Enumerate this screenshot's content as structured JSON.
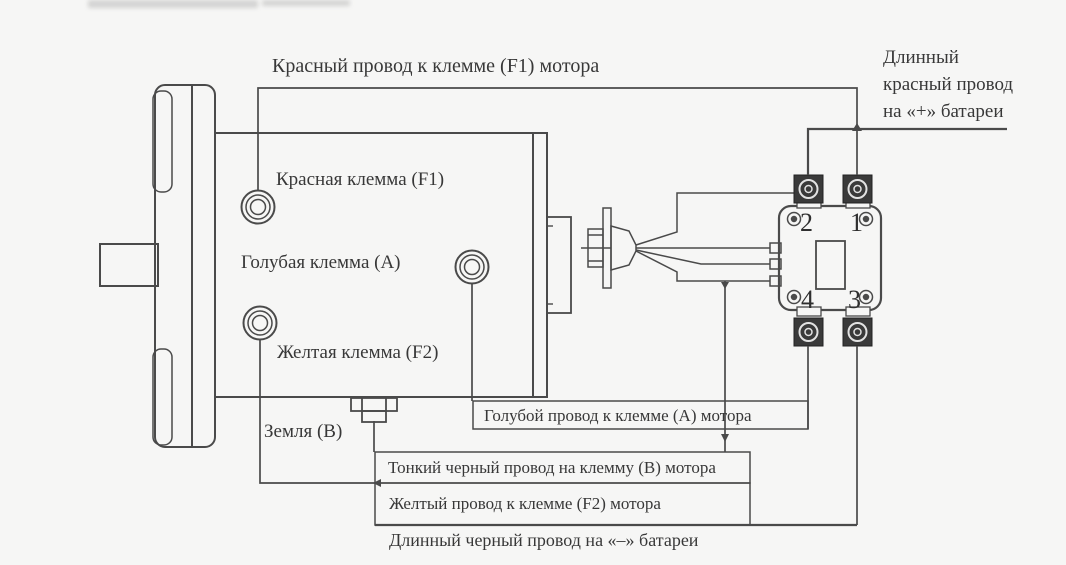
{
  "labels": {
    "red_wire_top": "Красный провод к клемме (F1) мотора",
    "battery_plus_line1": "Длинный",
    "battery_plus_line2": "красный провод",
    "battery_plus_line3": "на «+» батареи",
    "terminal_f1": "Красная клемма (F1)",
    "terminal_a": "Голубая клемма (А)",
    "terminal_f2": "Желтая клемма (F2)",
    "ground": "Земля (В)",
    "blue_wire": "Голубой провод к клемме (А) мотора",
    "thin_black_wire": "Тонкий черный провод на клемму (В) мотора",
    "yellow_wire": "Желтый провод к клемме (F2) мотора",
    "long_black_wire": "Длинный черный провод на «–» батареи"
  },
  "solenoid": {
    "t1": "1",
    "t2": "2",
    "t3": "3",
    "t4": "4"
  },
  "colors": {
    "background": "#f6f6f5",
    "line": "#4a4a4a",
    "text": "#383838",
    "post_fill": "#3a3a3a",
    "post_ring": "#e2e2e2"
  }
}
